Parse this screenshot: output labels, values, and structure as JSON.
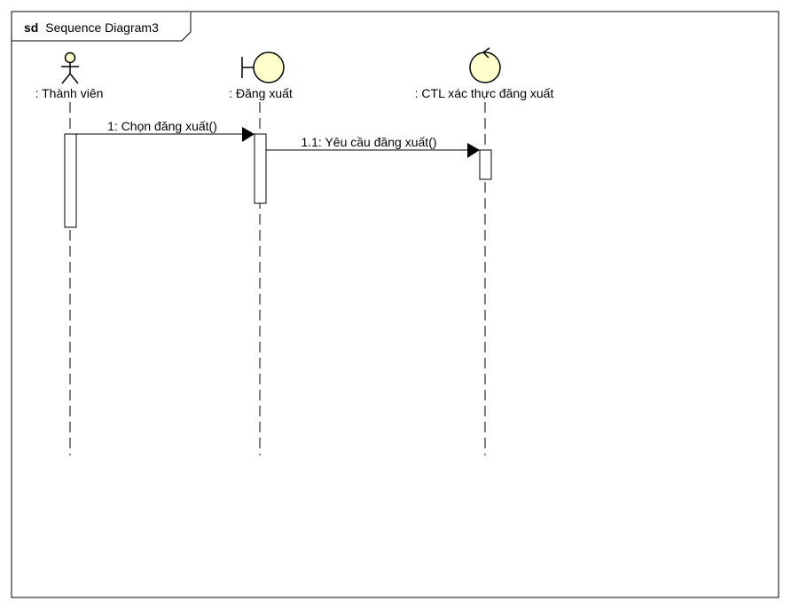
{
  "frame": {
    "keyword": "sd",
    "name": "Sequence Diagram3"
  },
  "lifelines": [
    {
      "kind": "actor",
      "label": ": Thành viên"
    },
    {
      "kind": "boundary",
      "label": ": Đăng xuất"
    },
    {
      "kind": "control",
      "label": ": CTL xác thực đăng xuất"
    }
  ],
  "messages": [
    {
      "label": "1: Chọn đăng xuất()",
      "from": 0,
      "to": 1
    },
    {
      "label": "1.1: Yêu cầu đăng xuất()",
      "from": 1,
      "to": 2
    }
  ],
  "colors": {
    "stroke": "#000000",
    "element_fill": "#FFFFCC",
    "background": "#FFFFFF"
  }
}
